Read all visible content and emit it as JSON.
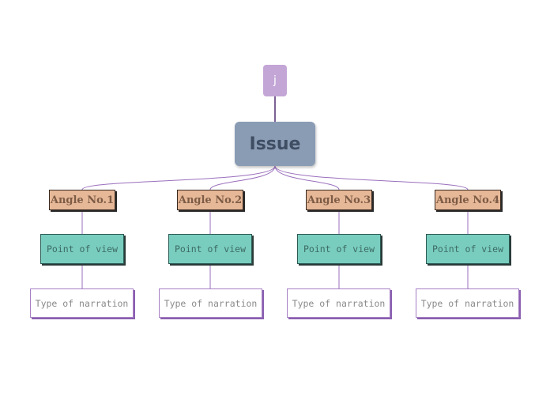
{
  "diagram": {
    "root": {
      "label": "j"
    },
    "issue": {
      "label": "Issue"
    },
    "branches": [
      {
        "angle": "Angle No.1",
        "point_of_view": "Point of view",
        "narration": "Type of narration"
      },
      {
        "angle": "Angle No.2",
        "point_of_view": "Point of view",
        "narration": "Type of narration"
      },
      {
        "angle": "Angle No.3",
        "point_of_view": "Point of view",
        "narration": "Type of narration"
      },
      {
        "angle": "Angle No.4",
        "point_of_view": "Point of view",
        "narration": "Type of narration"
      }
    ],
    "colors": {
      "root": "#c3a6d6",
      "issue": "#8a9cb4",
      "angle": "#e6b898",
      "point_of_view": "#79cdbf",
      "connector": "#8a5fb0"
    }
  }
}
